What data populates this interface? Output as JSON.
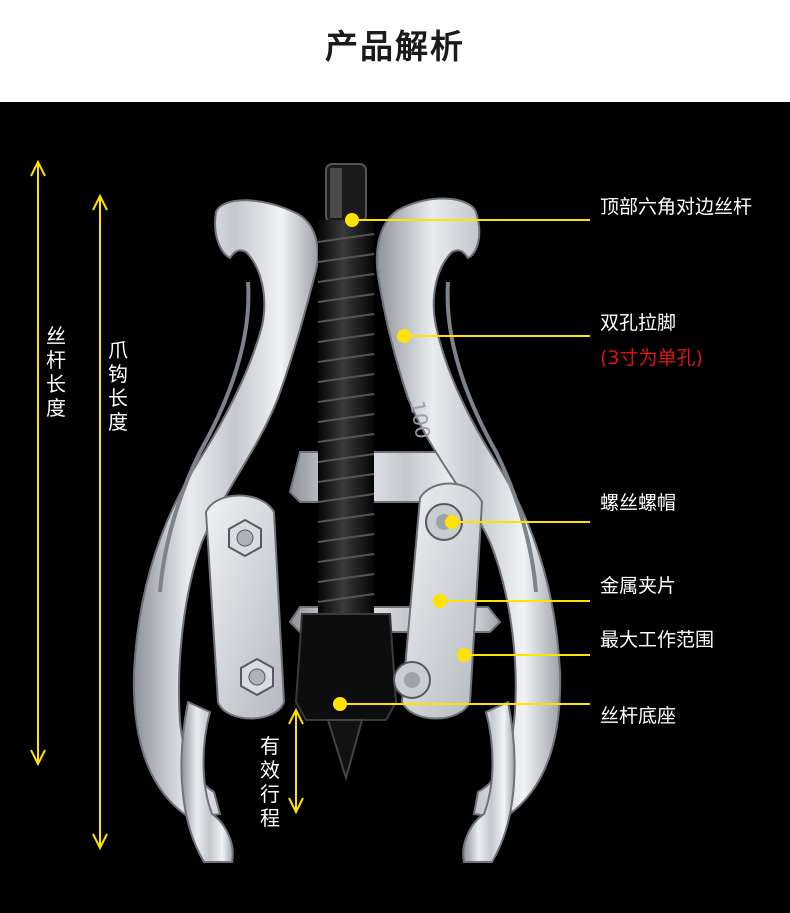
{
  "header": {
    "title": "产品解析"
  },
  "callouts": {
    "top_hex": "顶部六角对边丝杆",
    "legs": "双孔拉脚",
    "legs_note": "(3寸为单孔)",
    "nut": "螺丝螺帽",
    "plate": "金属夹片",
    "range": "最大工作范围",
    "base": "丝杆底座"
  },
  "dimensions": {
    "screw_length": "丝杆长度",
    "claw_length": "爪钩长度",
    "stroke": "有效行程"
  },
  "product": {
    "engraving": "100"
  },
  "colors": {
    "accent": "#ffe200",
    "note": "#e01414",
    "background": "#000000"
  }
}
